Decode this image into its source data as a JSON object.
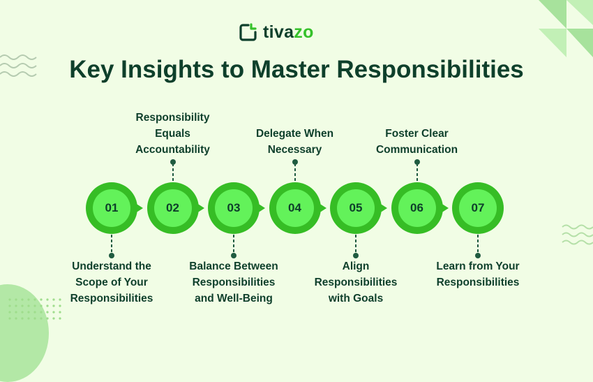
{
  "brand": {
    "name_main": "tiva",
    "name_accent": "zo",
    "icon": "logo-bracket-icon"
  },
  "title": "Key Insights to Master Responsibilities",
  "colors": {
    "background": "#f1fde5",
    "text": "#0e3f2b",
    "circle_outer": "#36bd25",
    "circle_inner": "#63f25a",
    "connector": "#1f5b40"
  },
  "steps": [
    {
      "number": "01",
      "position": "below",
      "lines": [
        "Understand the",
        "Scope of Your",
        "Responsibilities"
      ]
    },
    {
      "number": "02",
      "position": "above",
      "lines": [
        "Responsibility",
        "Equals",
        "Accountability"
      ]
    },
    {
      "number": "03",
      "position": "below",
      "lines": [
        "Balance Between",
        "Responsibilities",
        "and Well-Being"
      ]
    },
    {
      "number": "04",
      "position": "above",
      "lines": [
        "Delegate When",
        "Necessary"
      ]
    },
    {
      "number": "05",
      "position": "below",
      "lines": [
        "Align",
        "Responsibilities",
        "with Goals"
      ]
    },
    {
      "number": "06",
      "position": "above",
      "lines": [
        "Foster Clear",
        "Communication"
      ]
    },
    {
      "number": "07",
      "position": "below",
      "lines": [
        "Learn from Your",
        "Responsibilities"
      ]
    }
  ],
  "decorations": [
    "wave-lines-top-left",
    "triangles-top-right",
    "wave-lines-right",
    "circle-dots-bottom-left"
  ]
}
